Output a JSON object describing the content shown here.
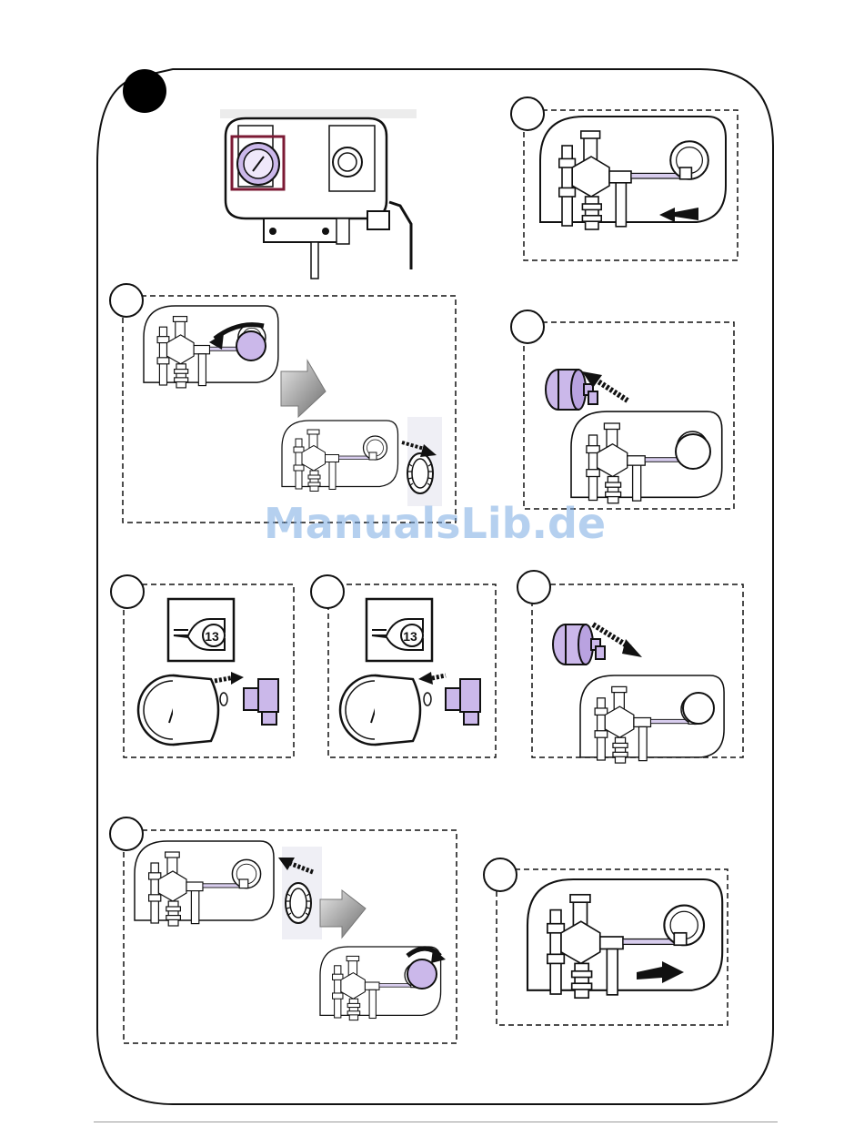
{
  "page": {
    "background": "#ffffff",
    "frame_color": "#111111",
    "highlight_color": "#7b1a34",
    "part_tint": "#c8b7e6"
  },
  "steps": [
    {
      "id": "step-1",
      "label": ""
    },
    {
      "id": "step-2",
      "label": ""
    },
    {
      "id": "step-3",
      "label": ""
    },
    {
      "id": "step-4",
      "label": ""
    },
    {
      "id": "step-5",
      "label": ""
    },
    {
      "id": "step-6",
      "label": ""
    },
    {
      "id": "step-7",
      "label": ""
    },
    {
      "id": "step-8",
      "label": ""
    },
    {
      "id": "step-9",
      "label": ""
    }
  ],
  "wrench": {
    "size_label": "13",
    "icon": "wrench-icon"
  },
  "watermark": {
    "text": "ManualsLib.de"
  }
}
